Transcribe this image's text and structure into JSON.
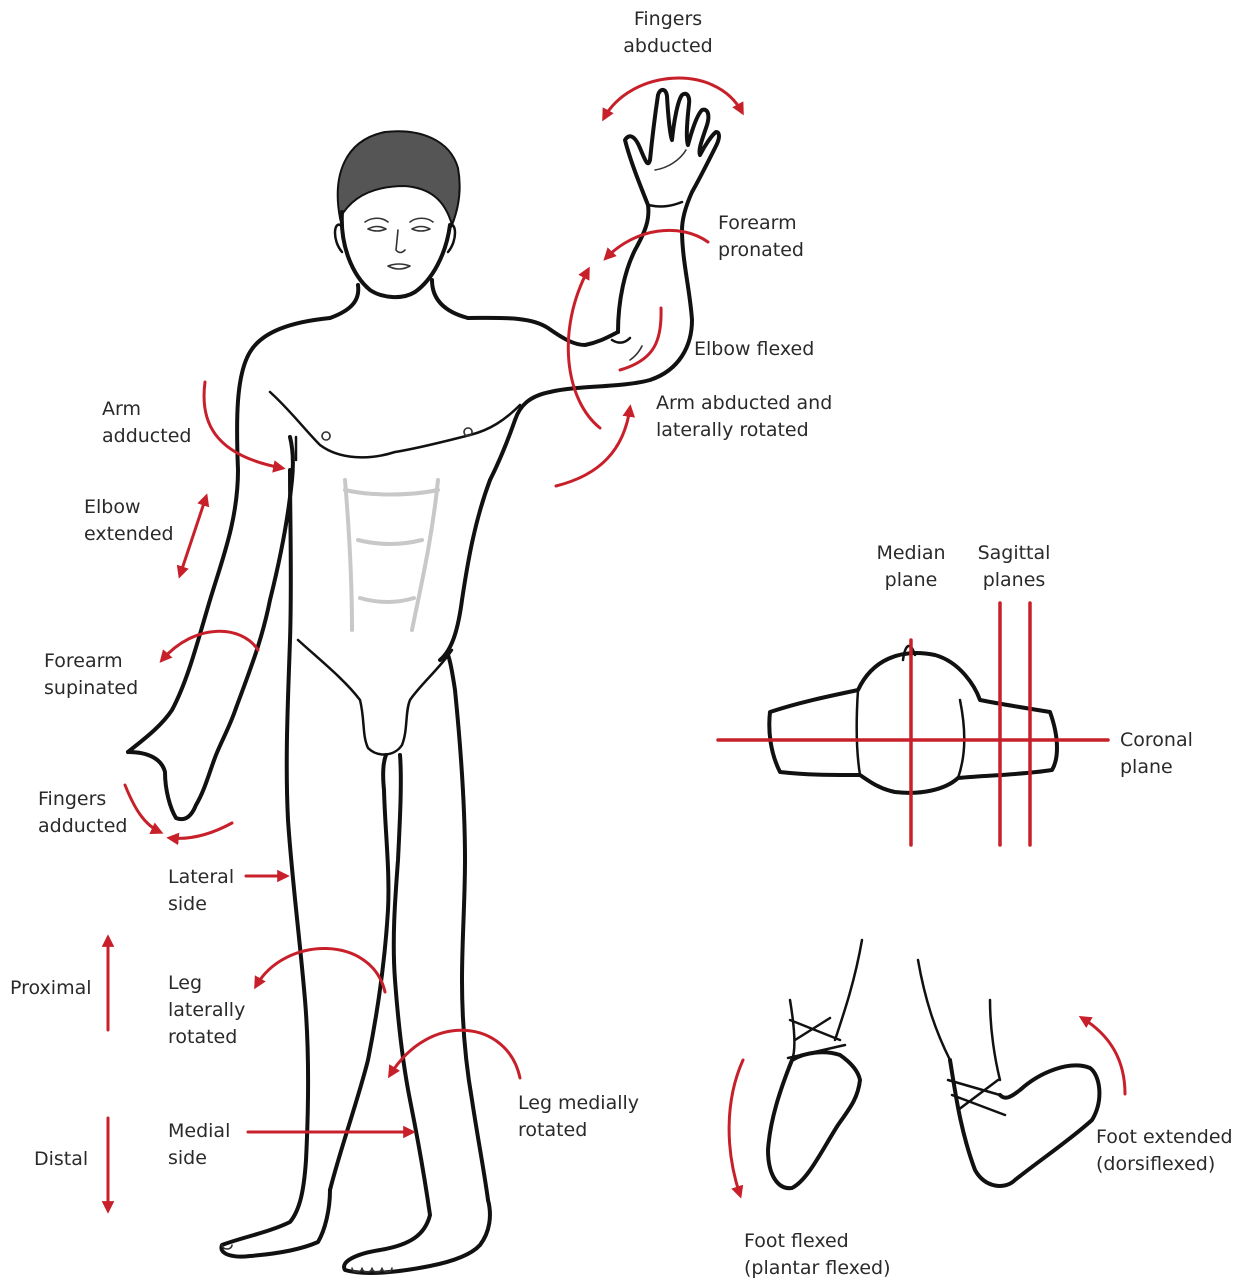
{
  "colors": {
    "arrow": "#c8202a",
    "ink": "#111111",
    "abdomen": "#c8c8c8"
  },
  "labels": {
    "fingers_abducted": [
      "Fingers",
      "abducted"
    ],
    "forearm_pronated": [
      "Forearm",
      "pronated"
    ],
    "elbow_flexed": "Elbow flexed",
    "arm_abducted": [
      "Arm abducted and",
      "laterally rotated"
    ],
    "arm_adducted": [
      "Arm",
      "adducted"
    ],
    "elbow_extended": [
      "Elbow",
      "extended"
    ],
    "forearm_supinated": [
      "Forearm",
      "supinated"
    ],
    "fingers_adducted": [
      "Fingers",
      "adducted"
    ],
    "lateral_side": [
      "Lateral",
      "side"
    ],
    "proximal": "Proximal",
    "leg_laterally_rotated": [
      "Leg",
      "laterally",
      "rotated"
    ],
    "leg_medially_rotated": [
      "Leg medially",
      "rotated"
    ],
    "distal": "Distal",
    "medial_side": [
      "Medial",
      "side"
    ],
    "median_plane": [
      "Median",
      "plane"
    ],
    "sagittal_planes": [
      "Sagittal",
      "planes"
    ],
    "coronal_plane": [
      "Coronal",
      "plane"
    ],
    "foot_flexed": [
      "Foot flexed",
      "(plantar flexed)"
    ],
    "foot_extended": [
      "Foot extended",
      "(dorsiflexed)"
    ]
  }
}
